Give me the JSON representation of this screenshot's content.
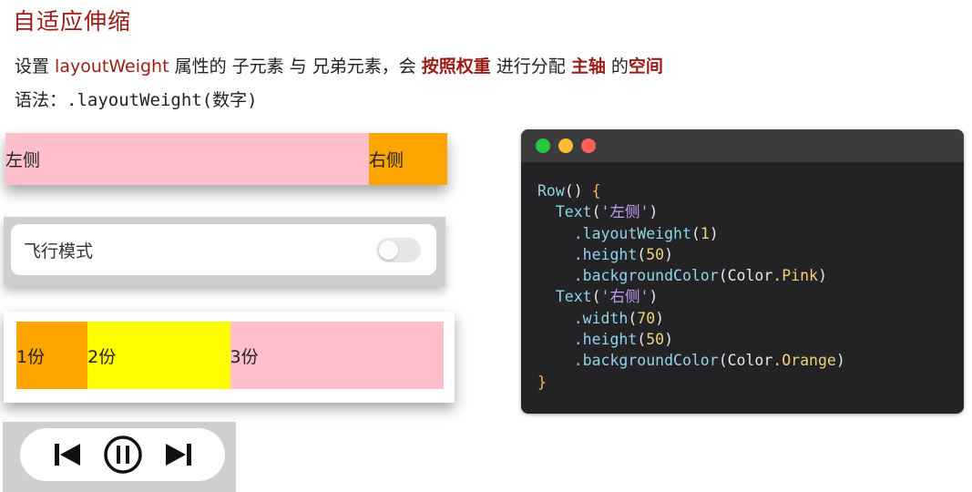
{
  "title": "自适应伸缩",
  "description": {
    "p1": "设置 ",
    "kw1": "layoutWeight",
    "p2": " 属性的 子元素 与 兄弟元素，会 ",
    "kw2": "按照权重",
    "p3": " 进行分配 ",
    "kw3": "主轴",
    "p4": " 的",
    "kw4": "空间"
  },
  "syntax": {
    "label": "语法：",
    "code": ".layoutWeight(数字)"
  },
  "demo_left_right": {
    "left_label": "左侧",
    "right_label": "右侧"
  },
  "demo_setting": {
    "label": "飞行模式",
    "toggle_on": false
  },
  "demo_weights": {
    "items": [
      "1份",
      "2份",
      "3份"
    ]
  },
  "media_controls": {
    "icons": [
      "previous-track-icon",
      "pause-icon",
      "next-track-icon"
    ]
  },
  "code_window": {
    "dots": [
      "#28c840",
      "#febc2e",
      "#ff5f57"
    ],
    "lines": [
      [
        {
          "t": "Row",
          "c": "kw"
        },
        {
          "t": "() ",
          "c": "plain"
        },
        {
          "t": "{",
          "c": "brace"
        }
      ],
      [
        {
          "t": "  Text",
          "c": "kw"
        },
        {
          "t": "(",
          "c": "plain"
        },
        {
          "t": "'左侧'",
          "c": "str"
        },
        {
          "t": ")",
          "c": "plain"
        }
      ],
      [
        {
          "t": "    .layoutWeight",
          "c": "kw"
        },
        {
          "t": "(",
          "c": "plain"
        },
        {
          "t": "1",
          "c": "num"
        },
        {
          "t": ")",
          "c": "plain"
        }
      ],
      [
        {
          "t": "    .height",
          "c": "kw"
        },
        {
          "t": "(",
          "c": "plain"
        },
        {
          "t": "50",
          "c": "num"
        },
        {
          "t": ")",
          "c": "plain"
        }
      ],
      [
        {
          "t": "    .backgroundColor",
          "c": "kw"
        },
        {
          "t": "(",
          "c": "plain"
        },
        {
          "t": "Color",
          "c": "plain"
        },
        {
          "t": ".Pink",
          "c": "prop"
        },
        {
          "t": ")",
          "c": "plain"
        }
      ],
      [
        {
          "t": "  Text",
          "c": "kw"
        },
        {
          "t": "(",
          "c": "plain"
        },
        {
          "t": "'右侧'",
          "c": "str"
        },
        {
          "t": ")",
          "c": "plain"
        }
      ],
      [
        {
          "t": "    .width",
          "c": "kw"
        },
        {
          "t": "(",
          "c": "plain"
        },
        {
          "t": "70",
          "c": "num"
        },
        {
          "t": ")",
          "c": "plain"
        }
      ],
      [
        {
          "t": "    .height",
          "c": "kw"
        },
        {
          "t": "(",
          "c": "plain"
        },
        {
          "t": "50",
          "c": "num"
        },
        {
          "t": ")",
          "c": "plain"
        }
      ],
      [
        {
          "t": "    .backgroundColor",
          "c": "kw"
        },
        {
          "t": "(",
          "c": "plain"
        },
        {
          "t": "Color",
          "c": "plain"
        },
        {
          "t": ".Orange",
          "c": "prop"
        },
        {
          "t": ")",
          "c": "plain"
        }
      ],
      [
        {
          "t": "}",
          "c": "brace"
        }
      ]
    ]
  },
  "colors": {
    "title_red": "#9a1c14",
    "pink": "#ffc0cb",
    "orange": "#ffa500",
    "yellow": "#ffff00"
  }
}
